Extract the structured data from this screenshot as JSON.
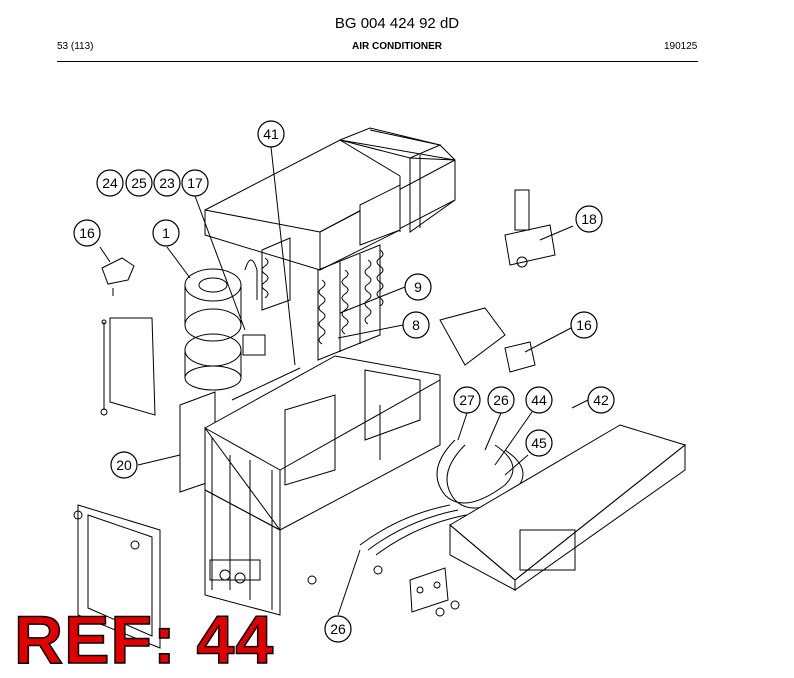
{
  "header": {
    "doc_number": "BG 004 424 92 dD",
    "page": "53 (113)",
    "section": "AIR CONDITIONER",
    "date_code": "190125"
  },
  "callouts": [
    {
      "id": "c41",
      "label": "41"
    },
    {
      "id": "c24",
      "label": "24"
    },
    {
      "id": "c25",
      "label": "25"
    },
    {
      "id": "c23",
      "label": "23"
    },
    {
      "id": "c17",
      "label": "17"
    },
    {
      "id": "c18",
      "label": "18"
    },
    {
      "id": "c16a",
      "label": "16"
    },
    {
      "id": "c1",
      "label": "1"
    },
    {
      "id": "c9",
      "label": "9"
    },
    {
      "id": "c8",
      "label": "8"
    },
    {
      "id": "c16b",
      "label": "16"
    },
    {
      "id": "c27",
      "label": "27"
    },
    {
      "id": "c26a",
      "label": "26"
    },
    {
      "id": "c44",
      "label": "44"
    },
    {
      "id": "c42",
      "label": "42"
    },
    {
      "id": "c45",
      "label": "45"
    },
    {
      "id": "c20",
      "label": "20"
    },
    {
      "id": "c26b",
      "label": "26"
    }
  ],
  "reference": "REF: 44",
  "colors": {
    "line": "#000000",
    "reference_fill": "#e10000"
  }
}
